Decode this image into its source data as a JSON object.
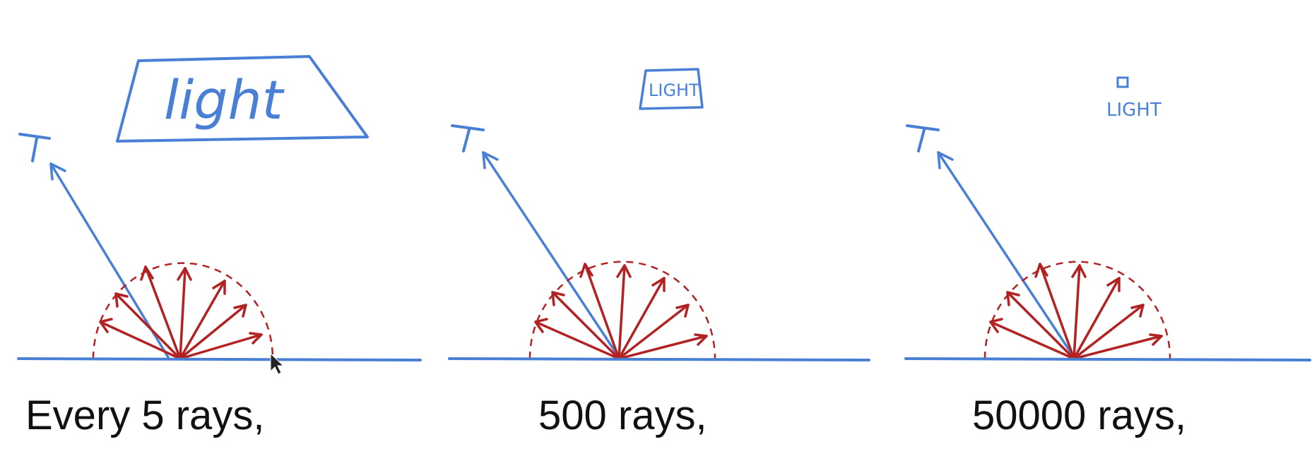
{
  "colors": {
    "ink_blue": "#4a7fd6",
    "ink_red": "#b22222",
    "caption": "#111111",
    "background": "#ffffff"
  },
  "panels": [
    {
      "light_label": "light",
      "ray_count_shown": 7,
      "caption": "Every 5 rays,"
    },
    {
      "light_label": "LIGHT",
      "ray_count_shown": 7,
      "caption": "500 rays,"
    },
    {
      "light_label": "LIGHT",
      "ray_count_shown": 7,
      "caption": "50000 rays,"
    }
  ],
  "icons": {
    "eye": "eye-icon",
    "cursor": "mouse-cursor-icon"
  }
}
